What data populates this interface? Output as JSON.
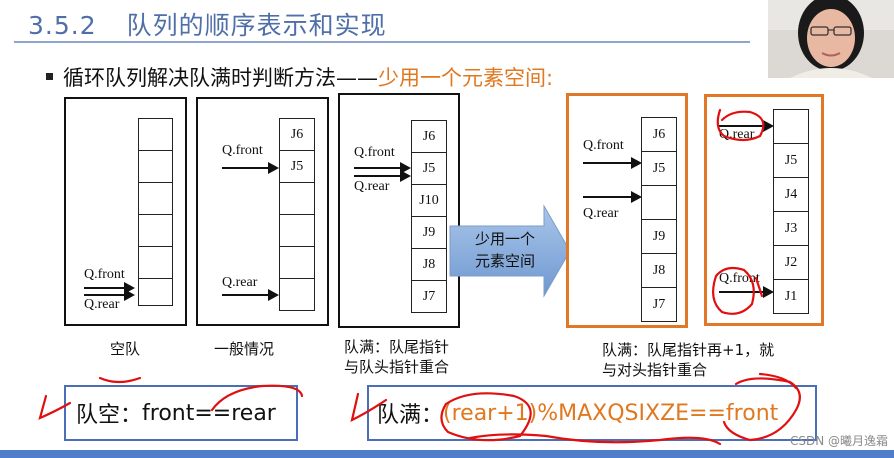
{
  "title": {
    "number": "3.5.2",
    "text": "队列的顺序表示和实现"
  },
  "bullet": {
    "prefix": "循环队列解决队满时判断方法——",
    "highlight": "少用一个元素空间:"
  },
  "panels": {
    "empty": {
      "front": "Q.front",
      "rear": "Q.rear",
      "caption": "空队"
    },
    "general": {
      "front": "Q.front",
      "rear": "Q.rear",
      "cells": [
        "J6",
        "J5",
        "",
        "",
        "",
        ""
      ],
      "caption": "一般情况"
    },
    "full": {
      "front": "Q.front",
      "rear": "Q.rear",
      "cells": [
        "J6",
        "J5",
        "J10",
        "J9",
        "J8",
        "J7"
      ],
      "caption_line1": "队满：队尾指针",
      "caption_line2": "与队头指针重合"
    },
    "reserved": {
      "front": "Q.front",
      "rear": "Q.rear",
      "cells": [
        "J6",
        "J5",
        "",
        "J9",
        "J8",
        "J7"
      ],
      "caption_line1": "队满：队尾指针再+1，就",
      "caption_line2": "与对头指针重合"
    },
    "reserved2": {
      "rear": "Q.rear",
      "front": "Q.front",
      "cells": [
        "",
        "J5",
        "J4",
        "J3",
        "J2",
        "J1"
      ]
    }
  },
  "transition_label": {
    "line1": "少用一个",
    "line2": "元素空间"
  },
  "formula_empty": {
    "label": "队空：",
    "expr": "front==rear"
  },
  "formula_full": {
    "label": "队满：",
    "expr": "(rear+1)%MAXQSIXZE==front"
  },
  "watermark": "CSDN @曦月逸霜",
  "colors": {
    "accent": "#e07820",
    "title": "#4f6fa8",
    "formula_border": "#4a6fb8",
    "annotation": "#e01010"
  }
}
